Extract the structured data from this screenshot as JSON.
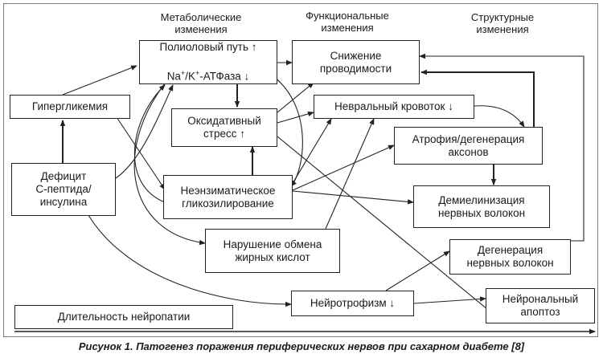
{
  "headers": {
    "metabolic": "Метаболические\nизменения",
    "functional": "Функциональные\nизменения",
    "structural": "Структурные\nизменения"
  },
  "nodes": {
    "polyol": "Полиоловый путь ↑",
    "polyol_line2_pre": "Na",
    "polyol_line2_sup1": "+",
    "polyol_line2_mid": "/K",
    "polyol_line2_sup2": "+",
    "polyol_line2_post": "-АТФаза ↓",
    "conduction": "Снижение\nпроводимости",
    "hyperglycemia": "Гипергликемия",
    "neural_flow": "Невральный кровоток ↓",
    "oxidative": "Оксидативный\nстресс ↑",
    "atrophy": "Атрофия/дегенерация\nаксонов",
    "deficit": "Дефицит\nС-пептида/\nинсулина",
    "glycation": "Неэнзиматическое\nгликозилирование",
    "demyelination": "Демиелинизация\nнервных волокон",
    "fatty_acids": "Нарушение обмена\nжирных кислот",
    "fiber_degeneration": "Дегенерация\nнервных волокон",
    "neurotrophism": "Нейротрофизм ↓",
    "apoptosis": "Нейрональный\nапоптоз",
    "duration": "Длительность нейропатии"
  },
  "caption": "Рисунок 1. Патогенез поражения периферических нервов при сахарном диабете [8]",
  "colors": {
    "line": "#222222",
    "frame": "#7a7a7a"
  }
}
